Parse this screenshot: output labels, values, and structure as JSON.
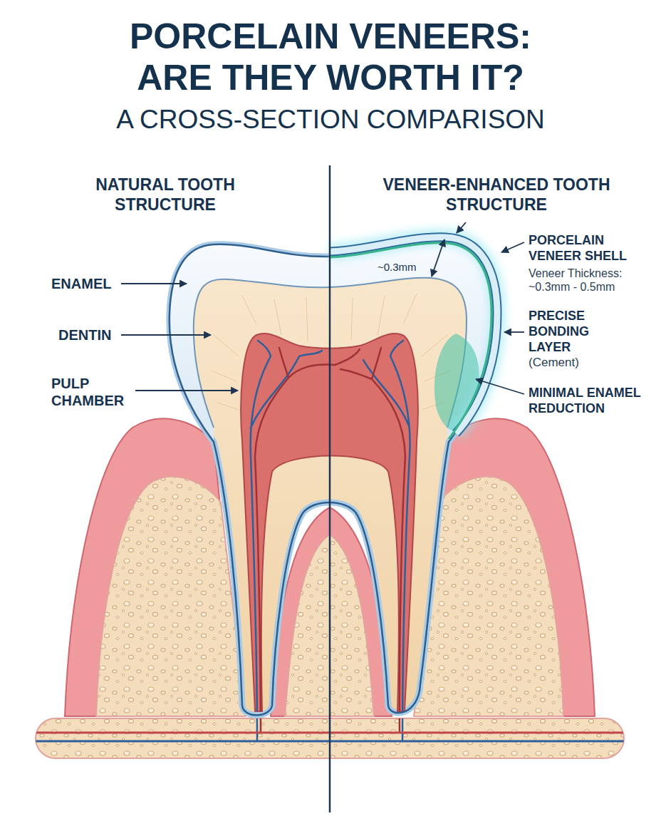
{
  "diagram": {
    "title": "PORCELAIN VENEERS: ARE THEY WORTH IT?",
    "labels": [
      "A CROSS-SECTION COMPARISON",
      "NATURAL TOOTH STRUCTURE",
      "VENEER-ENHANCED TOOTH STRUCTURE",
      "ENAMEL",
      "DENTIN",
      "PULP CHAMBER",
      "~0.3mm",
      "PORCELAIN VENEER SHELL",
      "Veneer Thickness: ~0.3mm - 0.5mm",
      "PRECISE BONDING LAYER",
      "(Cement)",
      "MINIMAL ENAMEL REDUCTION"
    ]
  }
}
